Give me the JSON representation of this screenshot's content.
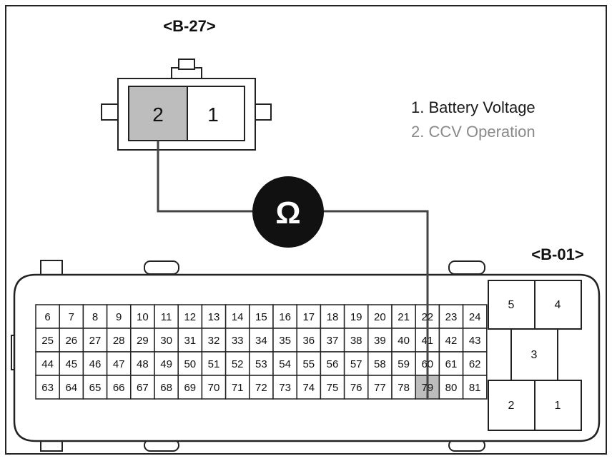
{
  "b27": {
    "label": "<B-27>",
    "pins": [
      "2",
      "1"
    ]
  },
  "legend": {
    "items": [
      "1. Battery Voltage",
      "2. CCV Operation"
    ],
    "colors": [
      "#1a1a1a",
      "#8a8a8a"
    ]
  },
  "meter": {
    "symbol": "Ω",
    "icon": "ohmmeter-icon"
  },
  "b01": {
    "label": "<B-01>",
    "grid_rows": [
      [
        "6",
        "7",
        "8",
        "9",
        "10",
        "11",
        "12",
        "13",
        "14",
        "15",
        "16",
        "17",
        "18",
        "19",
        "20",
        "21",
        "22",
        "23",
        "24"
      ],
      [
        "25",
        "26",
        "27",
        "28",
        "29",
        "30",
        "31",
        "32",
        "33",
        "34",
        "35",
        "36",
        "37",
        "38",
        "39",
        "40",
        "41",
        "42",
        "43"
      ],
      [
        "44",
        "45",
        "46",
        "47",
        "48",
        "49",
        "50",
        "51",
        "52",
        "53",
        "54",
        "55",
        "56",
        "57",
        "58",
        "59",
        "60",
        "61",
        "62"
      ],
      [
        "63",
        "64",
        "65",
        "66",
        "67",
        "68",
        "69",
        "70",
        "71",
        "72",
        "73",
        "74",
        "75",
        "76",
        "77",
        "78",
        "79",
        "80",
        "81"
      ]
    ],
    "highlighted_pin": "79",
    "power_pins": [
      "5",
      "4",
      "3",
      "2",
      "1"
    ]
  },
  "colors": {
    "highlight": "#bdbdbd",
    "line": "#444444",
    "stroke": "#222222"
  }
}
